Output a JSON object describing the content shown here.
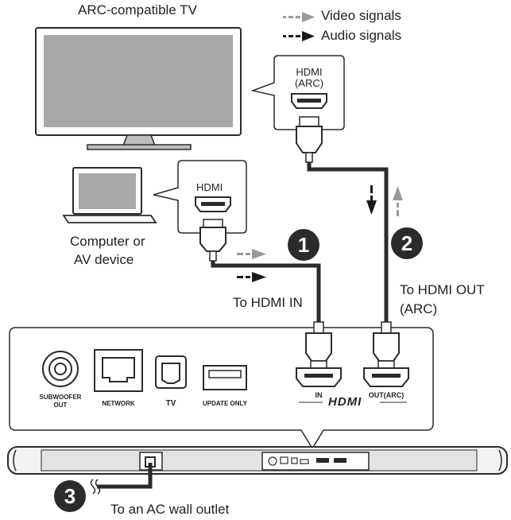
{
  "tv": {
    "title": "ARC-compatible TV",
    "port_label": "HDMI\n(ARC)"
  },
  "legend": {
    "video": "Video signals",
    "audio": "Audio signals"
  },
  "computer": {
    "label_line1": "Computer or",
    "label_line2": "AV device",
    "port_label": "HDMI"
  },
  "steps": [
    "1",
    "2",
    "3"
  ],
  "annotations": {
    "to_hdmi_in": "To HDMI IN",
    "to_hdmi_out_line1": "To HDMI OUT",
    "to_hdmi_out_line2": "(ARC)",
    "ac_outlet": "To an AC wall outlet"
  },
  "panel": {
    "subwoofer_line1": "SUBWOOFER",
    "subwoofer_line2": "OUT",
    "network": "NETWORK",
    "tv": "TV",
    "update": "UPDATE ONLY",
    "hdmi_in": "IN",
    "hdmi_out": "OUT(ARC)",
    "hdmi_logo": "HDMI"
  },
  "colors": {
    "line": "#2b2b2b",
    "video_arrow": "#999999",
    "audio_arrow": "#1a1a1a",
    "screen": "#a8a8a8"
  }
}
